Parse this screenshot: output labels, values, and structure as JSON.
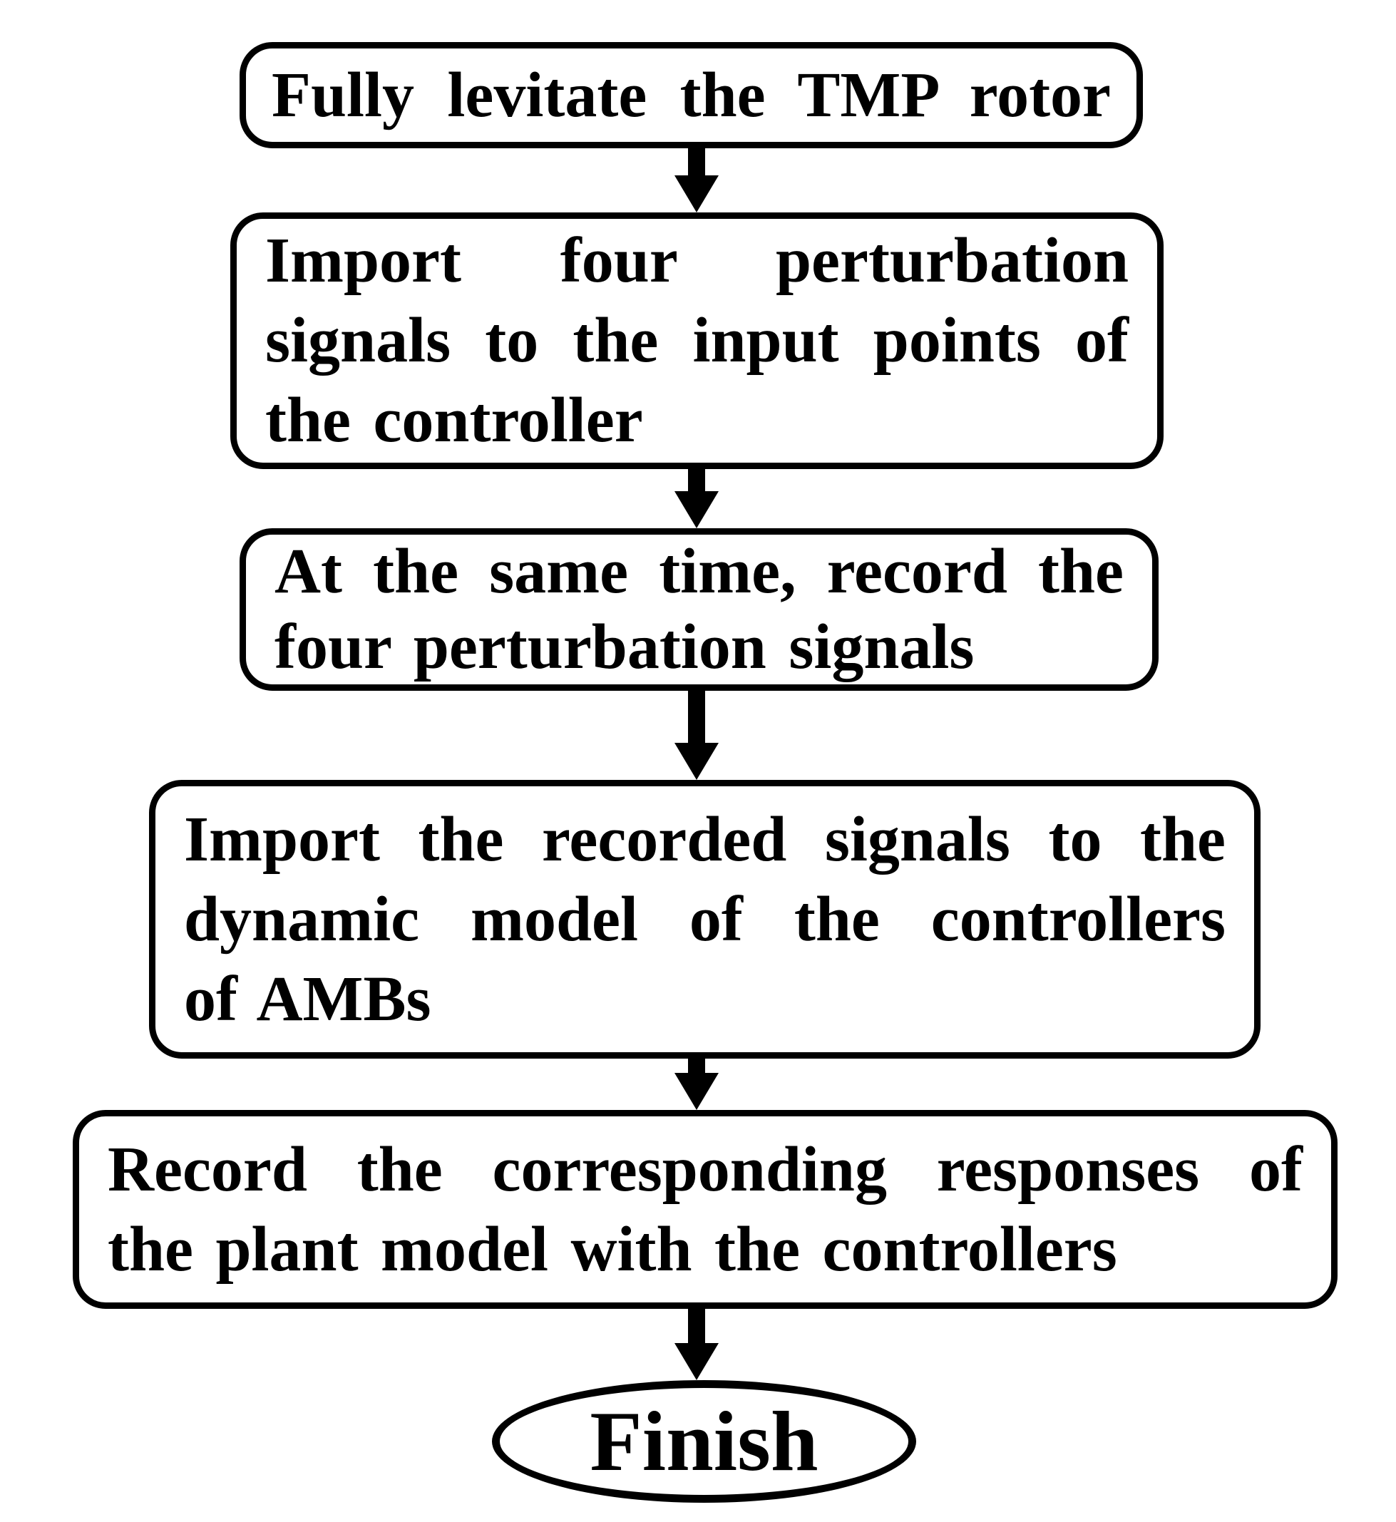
{
  "diagram": {
    "type": "flowchart",
    "background_color": "#ffffff",
    "stroke_color": "#000000",
    "text_color": "#000000",
    "nodes": [
      {
        "id": "step-1",
        "shape": "rounded-rect",
        "lines": [
          "Fully levitate the TMP rotor"
        ]
      },
      {
        "id": "step-2",
        "shape": "rounded-rect",
        "lines": [
          "Import four perturbation",
          "signals to the input points of",
          "the controller"
        ]
      },
      {
        "id": "step-3",
        "shape": "rounded-rect",
        "lines": [
          "At the same time, record the",
          "four perturbation signals"
        ]
      },
      {
        "id": "step-4",
        "shape": "rounded-rect",
        "lines": [
          "Import the recorded signals to the",
          "dynamic model of the controllers",
          "of AMBs"
        ]
      },
      {
        "id": "step-5",
        "shape": "rounded-rect",
        "lines": [
          "Record the corresponding responses of",
          "the plant model with the controllers"
        ]
      },
      {
        "id": "finish",
        "shape": "ellipse",
        "lines": [
          "Finish"
        ]
      }
    ],
    "edges": [
      {
        "from": "step-1",
        "to": "step-2",
        "style": "down-arrow"
      },
      {
        "from": "step-2",
        "to": "step-3",
        "style": "down-arrow"
      },
      {
        "from": "step-3",
        "to": "step-4",
        "style": "down-arrow"
      },
      {
        "from": "step-4",
        "to": "step-5",
        "style": "down-arrow"
      },
      {
        "from": "step-5",
        "to": "finish",
        "style": "down-arrow"
      }
    ]
  }
}
